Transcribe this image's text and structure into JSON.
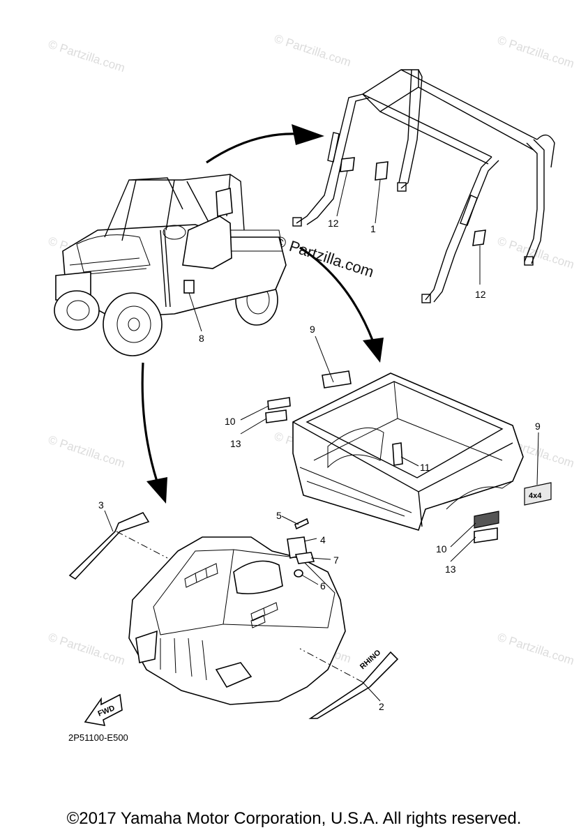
{
  "watermark": {
    "text": "© Partzilla.com",
    "center_text": "© Partzilla.com"
  },
  "callouts": [
    "1",
    "2",
    "3",
    "4",
    "5",
    "6",
    "7",
    "8",
    "9",
    "10",
    "11",
    "12",
    "13"
  ],
  "labels": {
    "l1": "1",
    "l2": "2",
    "l3": "3",
    "l4": "4",
    "l5": "5",
    "l6": "6",
    "l7": "7",
    "l8": "8",
    "l9a": "9",
    "l9b": "9",
    "l10a": "10",
    "l10b": "10",
    "l11": "11",
    "l12a": "12",
    "l12b": "12",
    "l13a": "13",
    "l13b": "13"
  },
  "fwd_label": "FWD",
  "decal_text": {
    "rhino": "RHINO",
    "fourx4": "4x4"
  },
  "diagram_code": "2P51100-E500",
  "copyright": "©2017 Yamaha Motor Corporation, U.S.A. All rights reserved."
}
